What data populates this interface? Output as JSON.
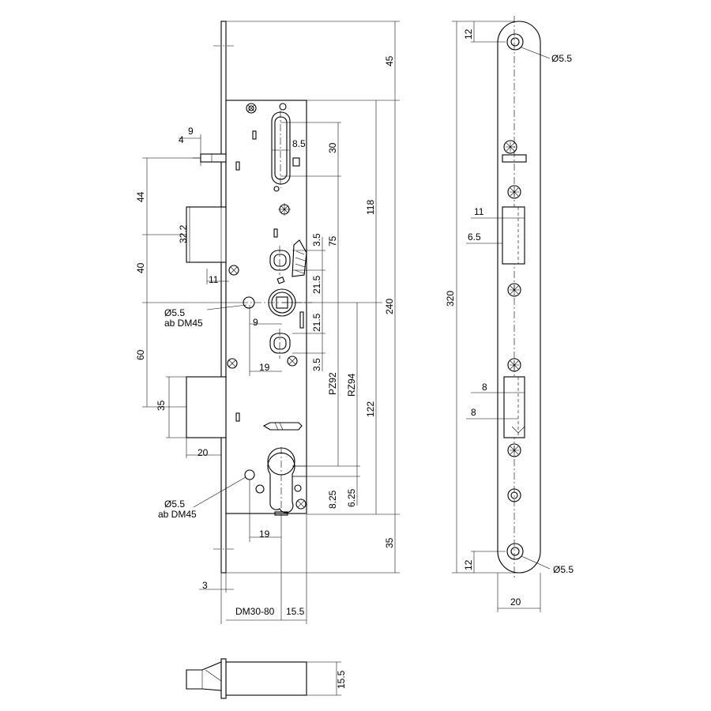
{
  "dimensions": {
    "top_offset": "45",
    "overall_height": "240",
    "plate_length": "320",
    "plate_width": "20",
    "plate_end_hole": "12",
    "plate_end_hole_bottom": "12",
    "plate_hole_dia_top": "Ø5.5",
    "plate_hole_dia_bottom": "Ø5.5",
    "latch_opening_h": "11",
    "latch_opening_w": "6.5",
    "bolt_opening_a": "8",
    "bolt_opening_b": "8",
    "upper_to_spindle": "118",
    "slot_height": "30",
    "slot_width": "8.5",
    "spindle_upper_3_5": "3.5",
    "spindle_75": "75",
    "spindle_21_5_top": "21.5",
    "spindle_21_5_bottom": "21.5",
    "spindle_lower_3_5": "3.5",
    "spindle_9": "9",
    "spindle_19": "19",
    "pz92": "PZ92",
    "rz94": "RZ94",
    "dim_122": "122",
    "dim_8_25": "8.25",
    "dim_6_25": "6.25",
    "bottom_35": "35",
    "cyl_19": "19",
    "latch_9": "9",
    "latch_4": "4",
    "latch_44": "44",
    "latch_32_2": "32.2",
    "latch_40": "40",
    "latch_11": "11",
    "bolt_60": "60",
    "bolt_35": "35",
    "bolt_20": "20",
    "hole_upper_dia": "Ø5.5",
    "hole_upper_note": "ab DM45",
    "hole_lower_dia": "Ø5.5",
    "hole_lower_note": "ab DM45",
    "faceplate_3": "3",
    "backset": "DM30-80",
    "case_15_5": "15.5",
    "bottom_view_15_5": "15.5"
  }
}
